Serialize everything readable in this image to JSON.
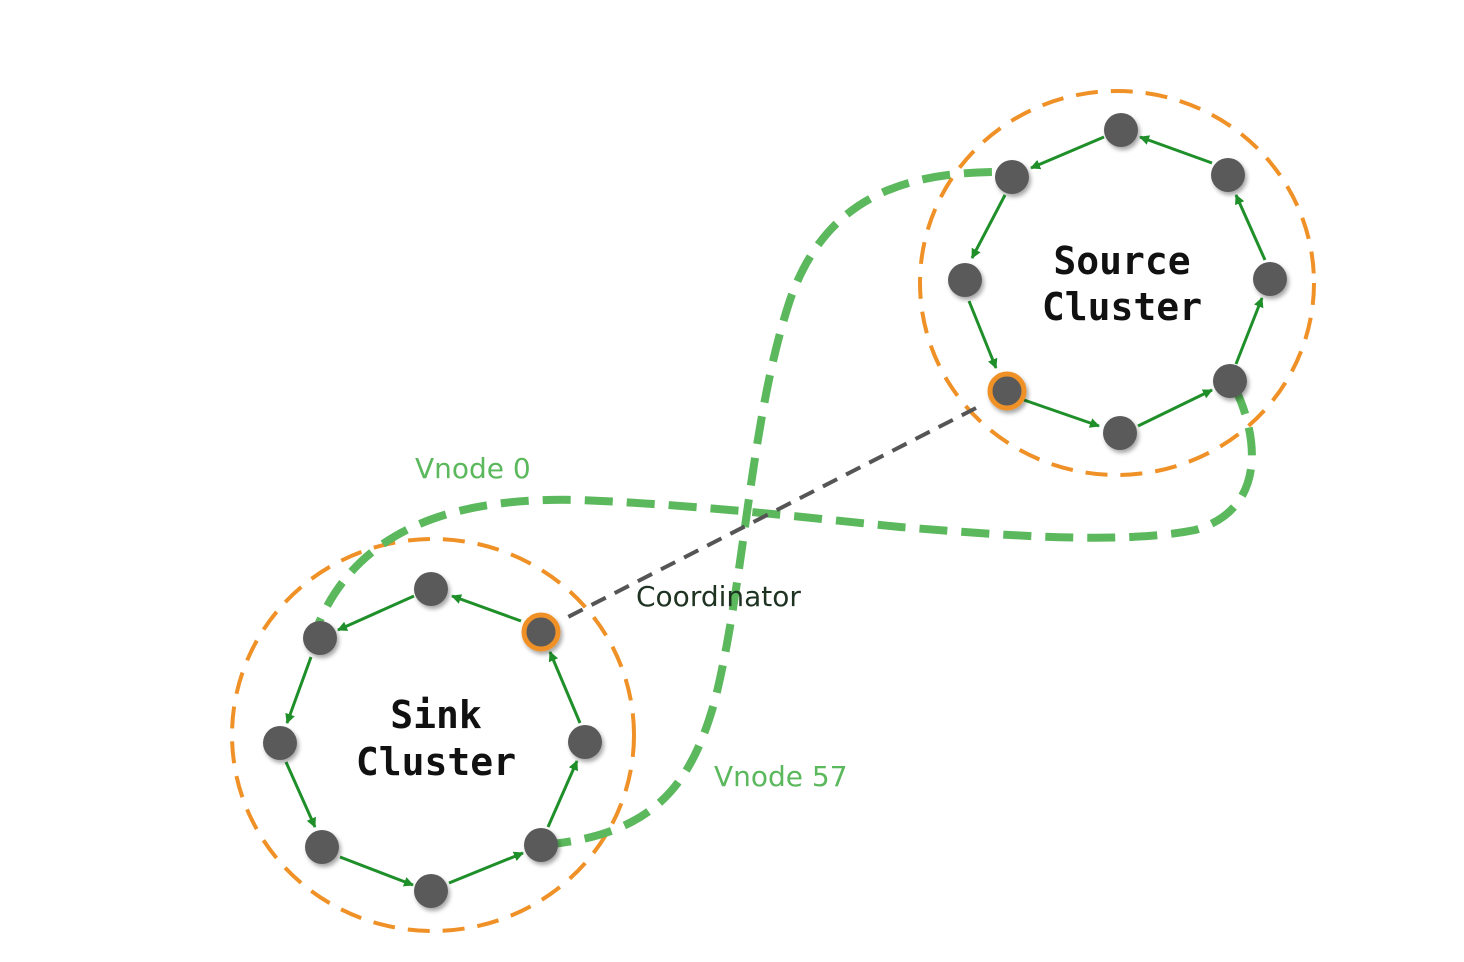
{
  "colors": {
    "ring": "#1f8f2a",
    "cluster_boundary": "#ef9127",
    "vnode_path": "#5bb85c",
    "coordinator_link": "#555555",
    "node_fill": "#5a5a5a",
    "coordinator_ring": "#ef9127"
  },
  "source_cluster": {
    "title_line1": "Source",
    "title_line2": "Cluster"
  },
  "sink_cluster": {
    "title_line1": "Sink",
    "title_line2": "Cluster"
  },
  "labels": {
    "vnode_start": "Vnode 0",
    "vnode_end": "Vnode 57",
    "coordinator": "Coordinator"
  }
}
